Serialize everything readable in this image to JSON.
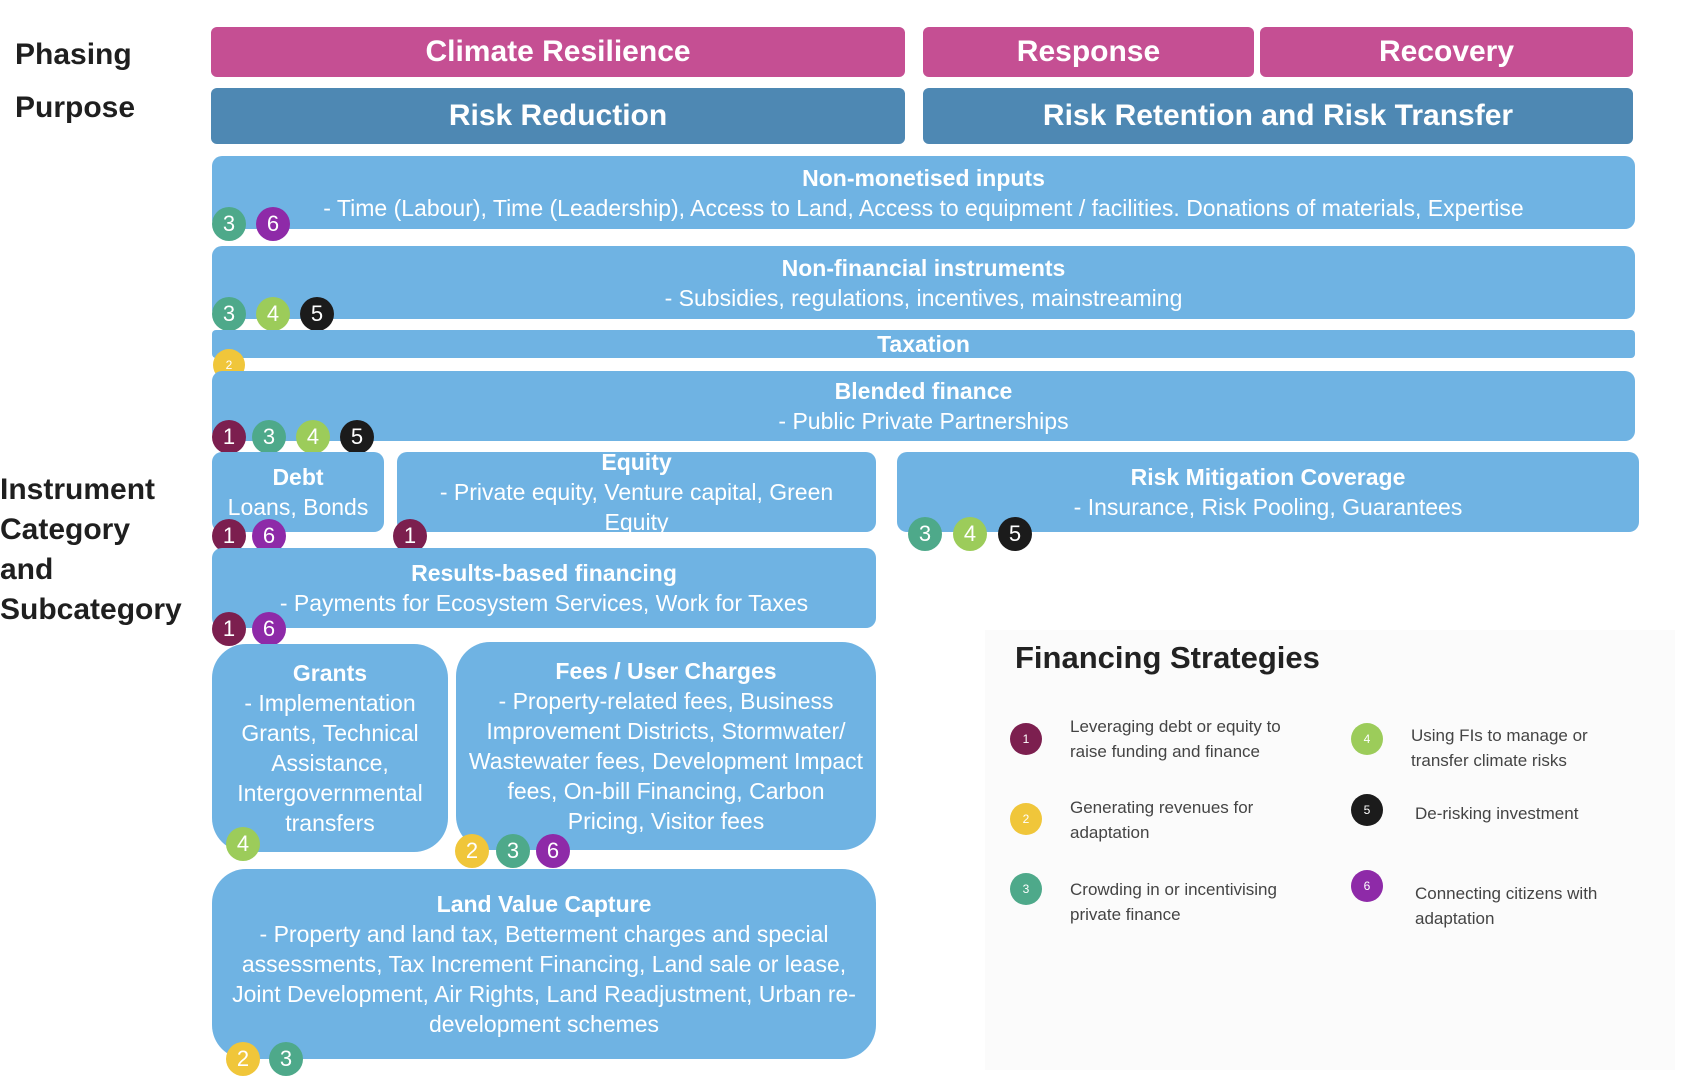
{
  "labels": {
    "phasing": "Phasing",
    "purpose": "Purpose",
    "instrument_category": "Instrument\nCategory\nand\nSubcategory"
  },
  "phasing": {
    "climate_resilience": "Climate Resilience",
    "response": "Response",
    "recovery": "Recovery"
  },
  "purpose": {
    "risk_reduction": "Risk Reduction",
    "risk_retention": "Risk Retention and Risk Transfer"
  },
  "instruments": {
    "non_monetised": {
      "title": "Non-monetised inputs",
      "desc": "- Time (Labour), Time (Leadership), Access to Land, Access to equipment / facilities. Donations of materials, Expertise",
      "badges": [
        "3",
        "6"
      ]
    },
    "non_financial": {
      "title": "Non-financial instruments",
      "desc": "- Subsidies, regulations, incentives, mainstreaming",
      "badges": [
        "3",
        "4",
        "5"
      ]
    },
    "taxation": {
      "title": "Taxation",
      "badges": [
        "2"
      ]
    },
    "blended": {
      "title": "Blended finance",
      "desc": "- Public Private Partnerships",
      "badges": [
        "1",
        "3",
        "4",
        "5"
      ]
    },
    "debt": {
      "title": "Debt",
      "desc": "Loans, Bonds",
      "badges": [
        "1",
        "6"
      ]
    },
    "equity": {
      "title": "Equity",
      "desc": "- Private equity, Venture capital, Green Equity",
      "badges": [
        "1"
      ]
    },
    "risk_mitigation": {
      "title": "Risk Mitigation Coverage",
      "desc": "- Insurance, Risk Pooling, Guarantees",
      "badges": [
        "3",
        "4",
        "5"
      ]
    },
    "results_based": {
      "title": "Results-based financing",
      "desc": "- Payments for Ecosystem Services, Work for Taxes",
      "badges": [
        "1",
        "6"
      ]
    },
    "grants": {
      "title": "Grants",
      "desc": "- Implementation Grants, Technical Assistance, Intergovernmental transfers",
      "badges": [
        "4"
      ]
    },
    "fees": {
      "title": "Fees / User Charges",
      "desc": "- Property-related fees, Business Improvement Districts,  Stormwater/ Wastewater fees,  Development Impact fees, On-bill Financing, Carbon Pricing, Visitor fees",
      "badges": [
        "2",
        "3",
        "6"
      ]
    },
    "land_value": {
      "title": "Land Value Capture",
      "desc": "- Property and land tax, Betterment charges and special assessments, Tax Increment Financing, Land sale or lease, Joint Development, Air Rights, Land Readjustment, Urban re-development schemes",
      "badges": [
        "2",
        "3"
      ]
    }
  },
  "legend": {
    "title": "Financing Strategies",
    "items": [
      {
        "num": "1",
        "text": "Leveraging debt or equity to raise funding and finance",
        "color": "#7c1f4f"
      },
      {
        "num": "2",
        "text": "Generating revenues for adaptation",
        "color": "#f0c63a"
      },
      {
        "num": "3",
        "text": "Crowding in or incentivising private finance",
        "color": "#4ea98a"
      },
      {
        "num": "4",
        "text": "Using FIs to manage or transfer climate risks",
        "color": "#9ccc5a"
      },
      {
        "num": "5",
        "text": "De-risking investment",
        "color": "#1b1b1b"
      },
      {
        "num": "6",
        "text": "Connecting citizens with adaptation",
        "color": "#8e2aa8"
      }
    ]
  }
}
